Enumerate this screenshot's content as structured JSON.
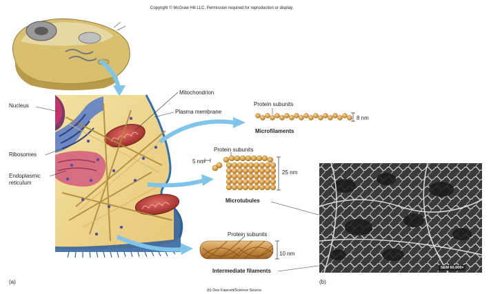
{
  "copyright": "Copyright © McGraw Hill LLC. Permission required for reproduction or display.",
  "labels": {
    "nucleus": "Nucleus",
    "ribosomes": "Ribosomes",
    "er_line1": "Endoplasmic",
    "er_line2": "reticulum",
    "mitochondrion": "Mitochondrion",
    "plasma_membrane": "Plasma membrane",
    "protein_subunits_1": "Protein subunits",
    "protein_subunits_2": "Protein subunits",
    "protein_subunits_3": "Protein subunits",
    "microfilaments": "Microfilaments",
    "microtubules": "Microtubules",
    "intermediate_filaments": "Intermediate filaments",
    "dim_8nm": "8 nm",
    "dim_5nm": "5 nm",
    "dim_25nm": "25 nm",
    "dim_10nm": "10 nm",
    "sem_badge": "SEM 60,000×",
    "panel_a": "(a)",
    "panel_b": "(b)",
    "credit": "(b) Don Fawcett/Science Source"
  }
}
